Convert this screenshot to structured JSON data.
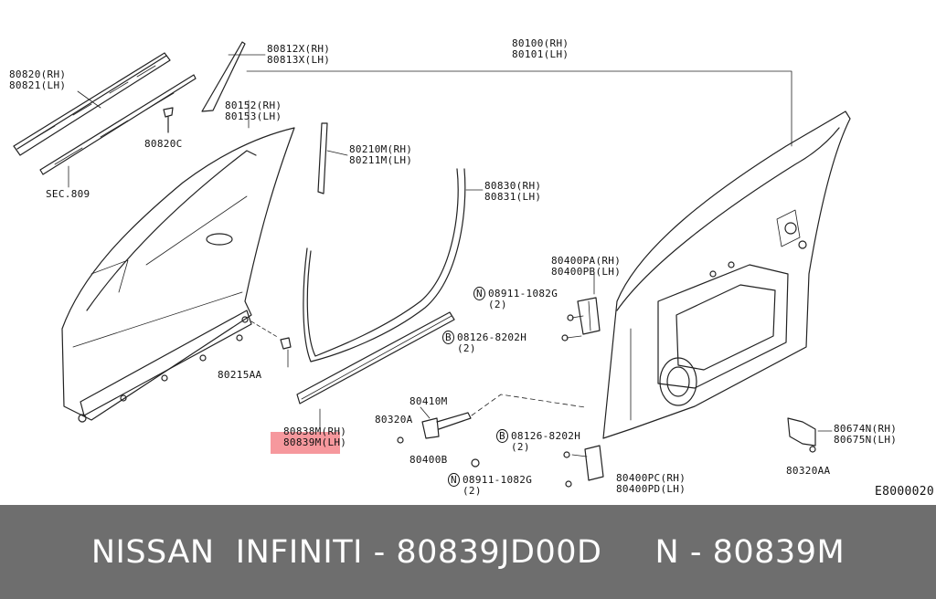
{
  "diagram": {
    "labels": {
      "l80820": "80820(RH)\n80821(LH)",
      "sec809": "SEC.809",
      "l80820c": "80820C",
      "l80812": "80812X(RH)\n80813X(LH)",
      "l80152": "80152(RH)\n80153(LH)",
      "l80100": "80100(RH)\n80101(LH)",
      "l80210": "80210M(RH)\n80211M(LH)",
      "l80830": "80830(RH)\n80831(LH)",
      "l80400pa": "80400PA(RH)\n80400PB(LH)",
      "l08911a": "08911-1082G",
      "l08911a_qty": "(2)",
      "l08126a": "08126-8202H",
      "l08126a_qty": "(2)",
      "l80215": "80215AA",
      "l80410": "80410M",
      "l80320a": "80320A",
      "l80838": "80838M(RH)\n80839M(LH)",
      "l80400b": "80400B",
      "l08126b": "08126-8202H",
      "l08126b_qty": "(2)",
      "l08911b": "08911-1082G",
      "l08911b_qty": "(2)",
      "l80400pc": "80400PC(RH)\n80400PD(LH)",
      "l80674": "80674N(RH)\n80675N(LH)",
      "l80320aa": "80320AA",
      "n_marker_a": "N",
      "b_marker_a": "B",
      "b_marker_b": "B",
      "n_marker_b": "N",
      "ref_code": "E8000020"
    },
    "highlight_part": "80839M"
  },
  "footer": {
    "text": "NISSAN  INFINITI - 80839JD00D     N - 80839M"
  },
  "colors": {
    "line": "#222222",
    "highlight": "#f4868c",
    "footer_bg": "#6e6e6e",
    "footer_text": "#ffffff"
  }
}
